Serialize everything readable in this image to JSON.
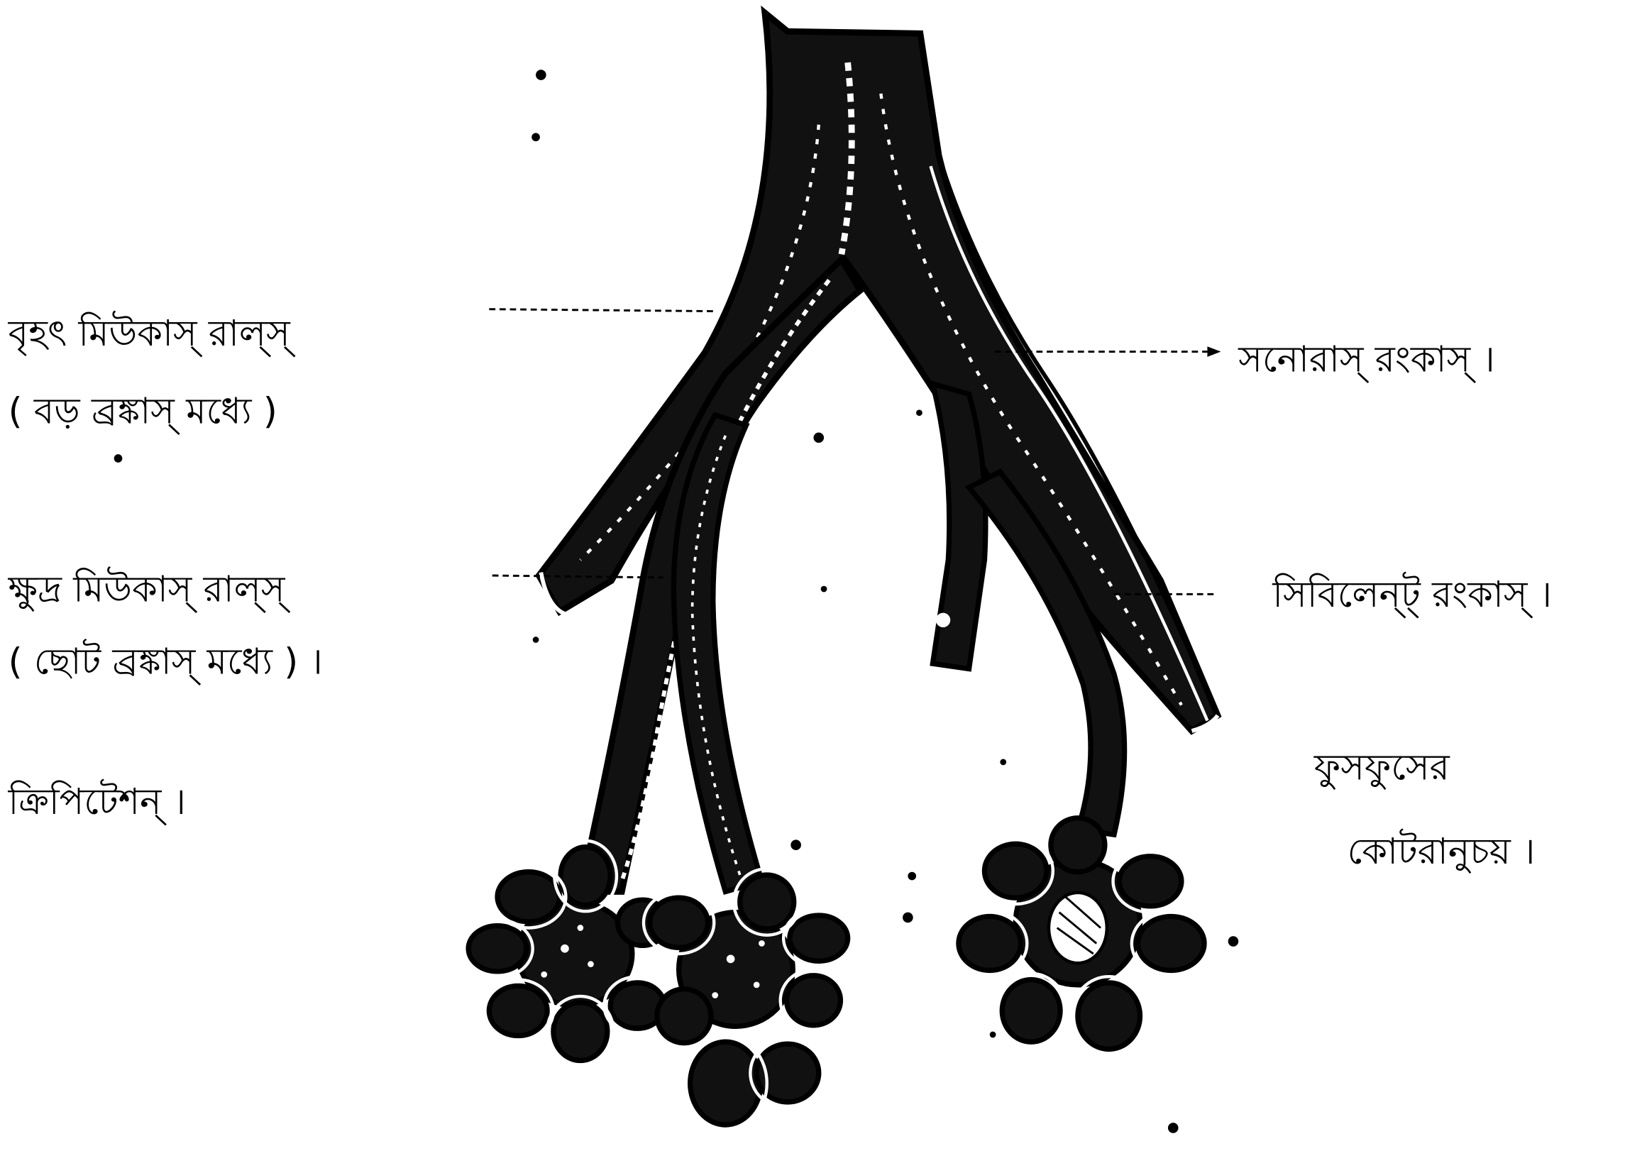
{
  "labels": {
    "left_1_line1": "বৃহৎ মিউকাস্ রাল্স্",
    "left_1_line2": "( বড় ব্রঙ্কাস্ মধ্যে )",
    "left_2_line1": "ক্ষুদ্র মিউকাস্ রাল্স্",
    "left_2_line2": "( ছোট ব্রঙ্কাস্ মধ্যে ) ।",
    "left_3": "ক্রিপিটেশন্ ।",
    "right_1": "সনোরাস্ রংকাস্ ।",
    "right_2": "সিবিলেন্ট্ রংকাস্ ।",
    "right_3_line1": "ফুসফুসের",
    "right_3_line2": "কোটরানুচয় ।"
  },
  "colors": {
    "ink": "#000000",
    "paper": "#ffffff",
    "tube": "#111111"
  }
}
